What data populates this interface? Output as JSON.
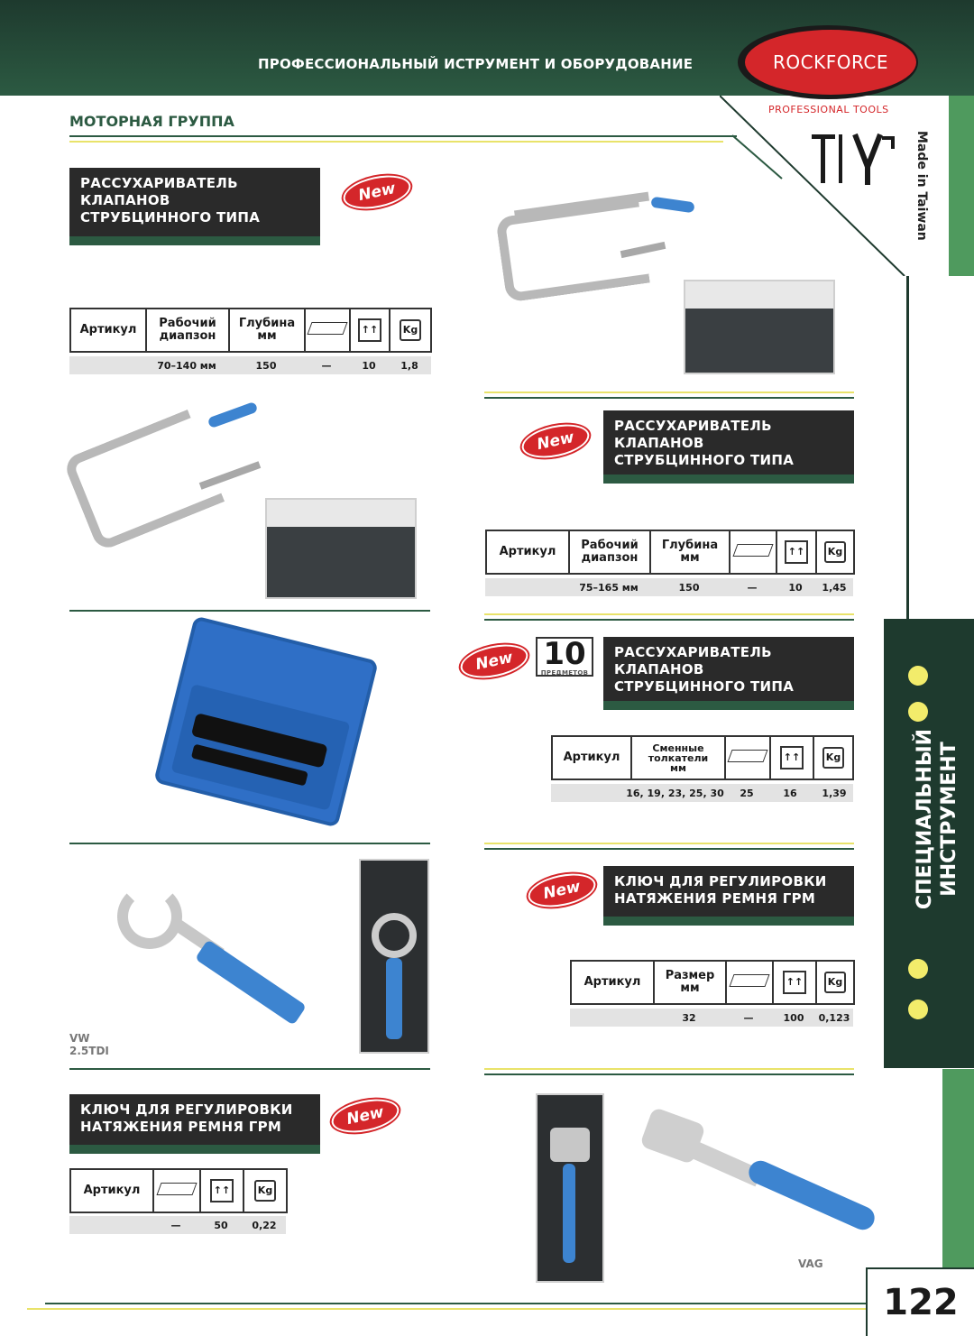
{
  "header": {
    "title": "ПРОФЕССИОНАЛЬНЫЙ ИСТРУМЕНТ И ОБОРУДОВАНИЕ",
    "brand": "ROCKFORCE",
    "brand_sub": "PROFESSIONAL TOOLS",
    "made_in": "Made in Taiwan"
  },
  "section_title": "МОТОРНАЯ ГРУППА",
  "sidebar": {
    "line1": "СПЕЦИАЛЬНЫЙ",
    "line2": "ИНСТРУМЕНТ"
  },
  "new_label": "New",
  "kg_label": "Kg",
  "box_icon_label": "↑↑",
  "products": [
    {
      "name_l1": "РАССУХАРИВАТЕЛЬ",
      "name_l2": "КЛАПАНОВ",
      "name_l3": "СТРУБЦИННОГО ТИПА",
      "h_article": "Артикул",
      "h_range_1": "Рабочий",
      "h_range_2": "диапзон",
      "h_depth_1": "Глубина",
      "h_depth_2": "мм",
      "values": [
        "70–140 мм",
        "150",
        "—",
        "10",
        "1,8"
      ]
    },
    {
      "name_l1": "РАССУХАРИВАТЕЛЬ",
      "name_l2": "КЛАПАНОВ",
      "name_l3": "СТРУБЦИННОГО ТИПА",
      "h_article": "Артикул",
      "h_range_1": "Рабочий",
      "h_range_2": "диапзон",
      "h_depth_1": "Глубина",
      "h_depth_2": "мм",
      "values": [
        "75–165 мм",
        "150",
        "—",
        "10",
        "1,45"
      ]
    },
    {
      "name_l1": "РАССУХАРИВАТЕЛЬ",
      "name_l2": "КЛАПАНОВ",
      "name_l3": "СТРУБЦИННОГО ТИПА",
      "count": "10",
      "count_sub": "ПРЕДМЕТОВ",
      "h_article": "Артикул",
      "h_repl_1": "Сменные",
      "h_repl_2": "толкатели",
      "h_repl_3": "мм",
      "values": [
        "16, 19, 23, 25, 30",
        "25",
        "16",
        "1,39"
      ]
    },
    {
      "name_l1": "КЛЮЧ ДЛЯ РЕГУЛИРОВКИ",
      "name_l2": "НАТЯЖЕНИЯ РЕМНЯ ГРМ",
      "h_article": "Артикул",
      "h_size_1": "Размер",
      "h_size_2": "мм",
      "values": [
        "32",
        "—",
        "100",
        "0,123"
      ],
      "caption_1": "VW",
      "caption_2": "2.5TDI"
    },
    {
      "name_l1": "КЛЮЧ ДЛЯ РЕГУЛИРОВКИ",
      "name_l2": "НАТЯЖЕНИЯ РЕМНЯ ГРМ",
      "h_article": "Артикул",
      "values": [
        "—",
        "50",
        "0,22"
      ],
      "caption": "VAG"
    }
  ],
  "page_number": "122",
  "colors": {
    "dark_green": "#1e3a2e",
    "green": "#4f9a5e",
    "red": "#d4262a",
    "yellow": "#e9e36a",
    "blue": "#3d84d0"
  }
}
